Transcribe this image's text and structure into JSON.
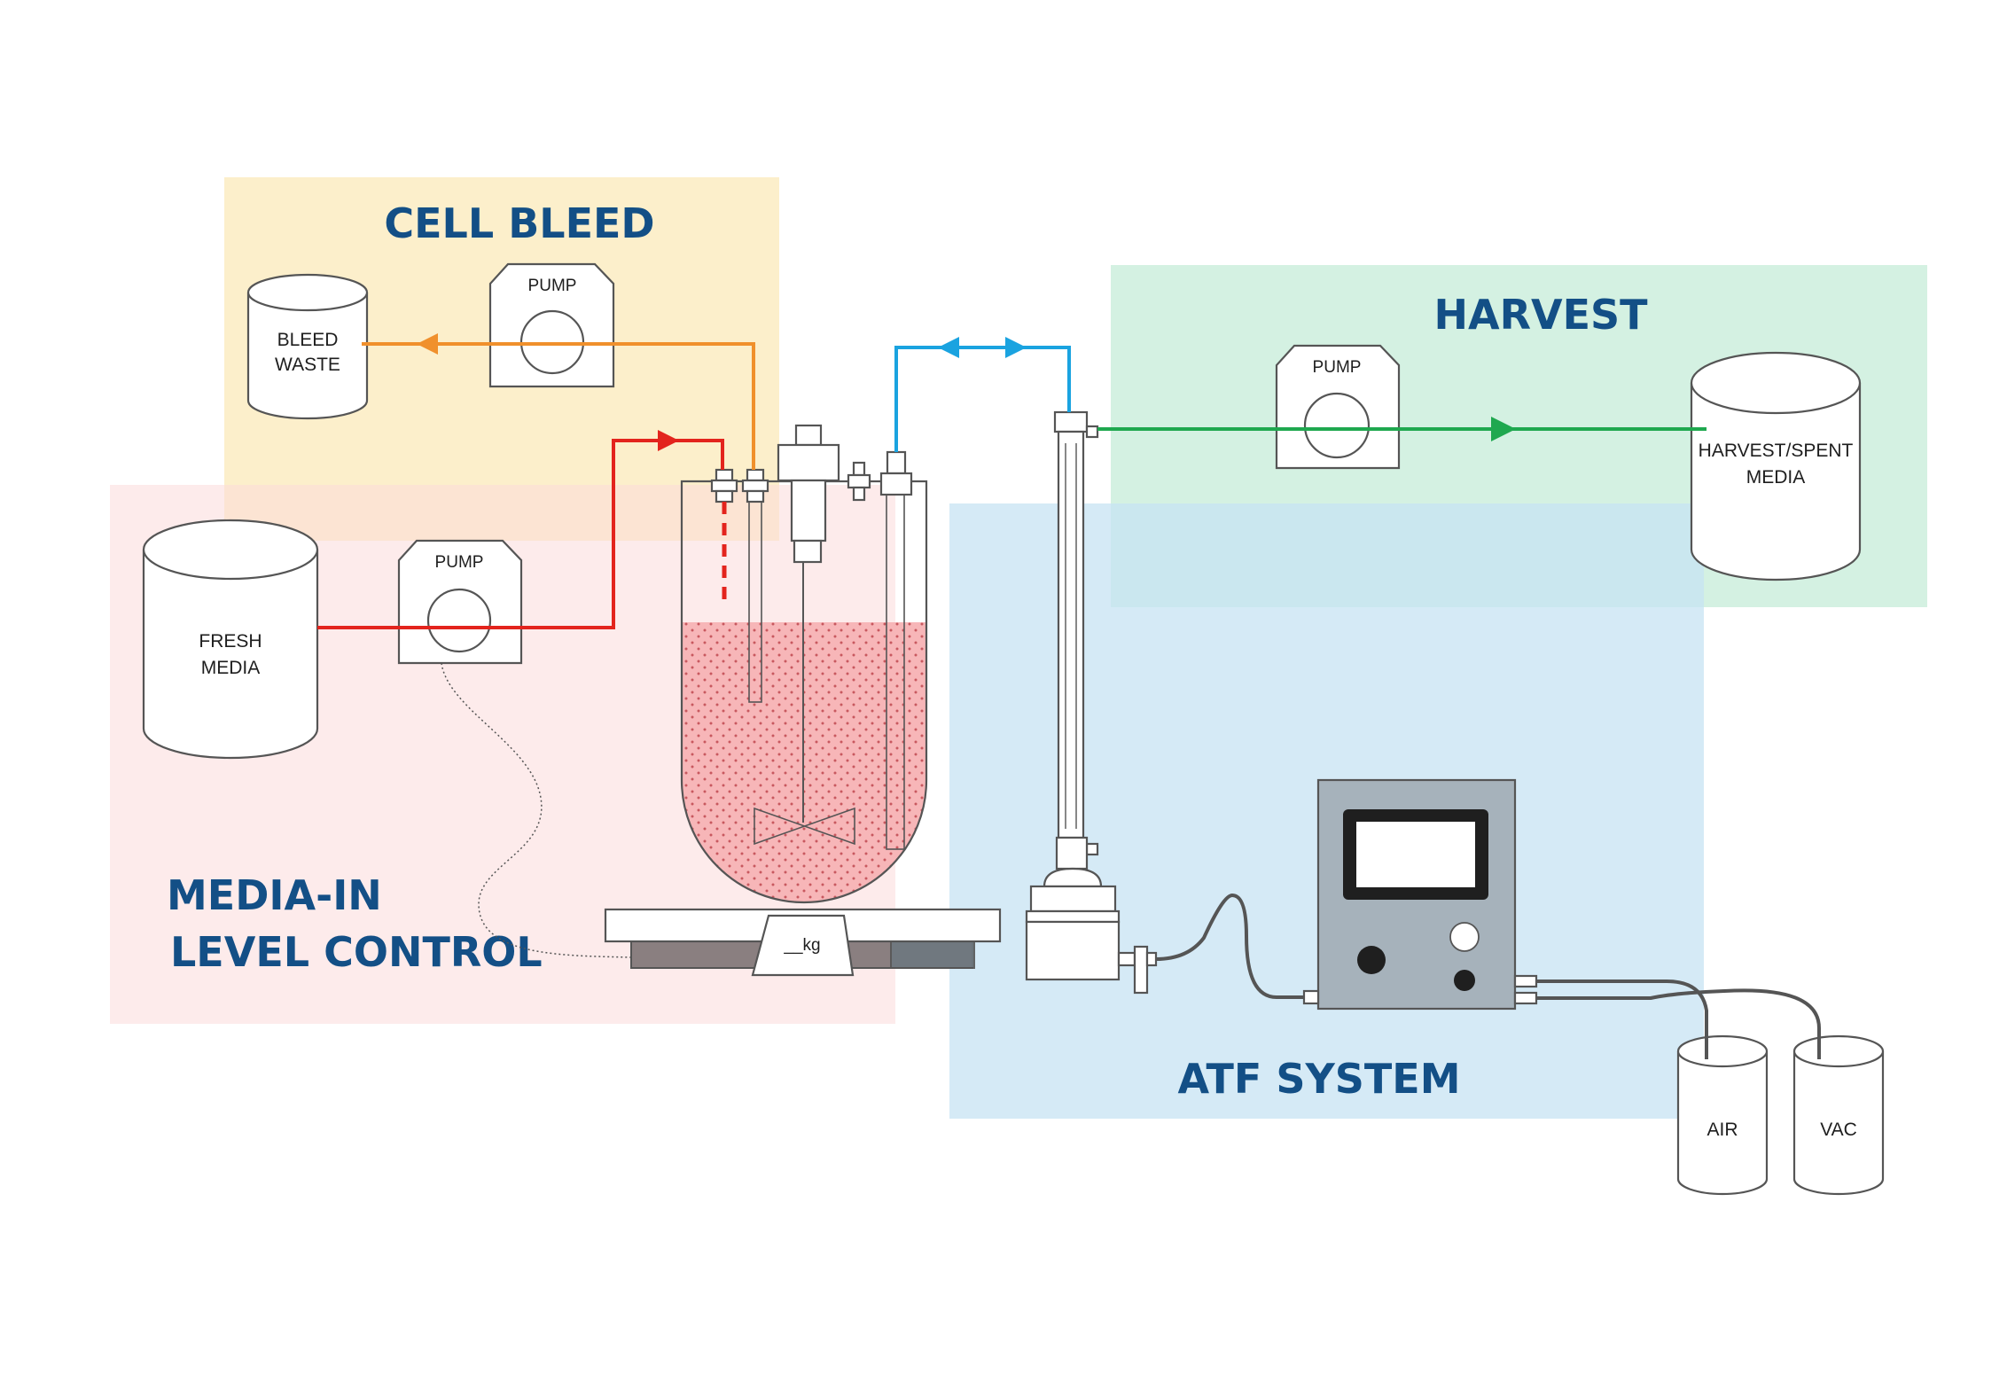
{
  "zones": {
    "cell_bleed": {
      "title": "CELL BLEED",
      "color": "#fbe9b9"
    },
    "media_in": {
      "title_line1": "MEDIA-IN",
      "title_line2": "LEVEL CONTROL",
      "color": "#fbdada"
    },
    "harvest": {
      "title": "HARVEST",
      "color": "#c9eedb"
    },
    "atf": {
      "title": "ATF SYSTEM",
      "color": "#c7e3f3"
    }
  },
  "containers": {
    "bleed_waste": {
      "line1": "BLEED",
      "line2": "WASTE"
    },
    "fresh_media": {
      "line1": "FRESH",
      "line2": "MEDIA"
    },
    "harvest_media": {
      "line1": "HARVEST/SPENT",
      "line2": "MEDIA"
    },
    "air": {
      "label": "AIR"
    },
    "vac": {
      "label": "VAC"
    }
  },
  "pumps": {
    "bleed": {
      "label": "PUMP"
    },
    "media": {
      "label": "PUMP"
    },
    "harvest": {
      "label": "PUMP"
    }
  },
  "scale": {
    "label": "__kg"
  },
  "line_colors": {
    "bleed": "#f0902c",
    "media_in": "#e3241d",
    "atf_loop": "#1aa3e0",
    "harvest": "#1fa84f",
    "gas": "#555555",
    "culture": "#f7b6b8"
  },
  "icons": {
    "pump": "peristaltic-pump-icon",
    "vessel": "bioreactor-icon",
    "controller": "atf-controller-icon"
  }
}
